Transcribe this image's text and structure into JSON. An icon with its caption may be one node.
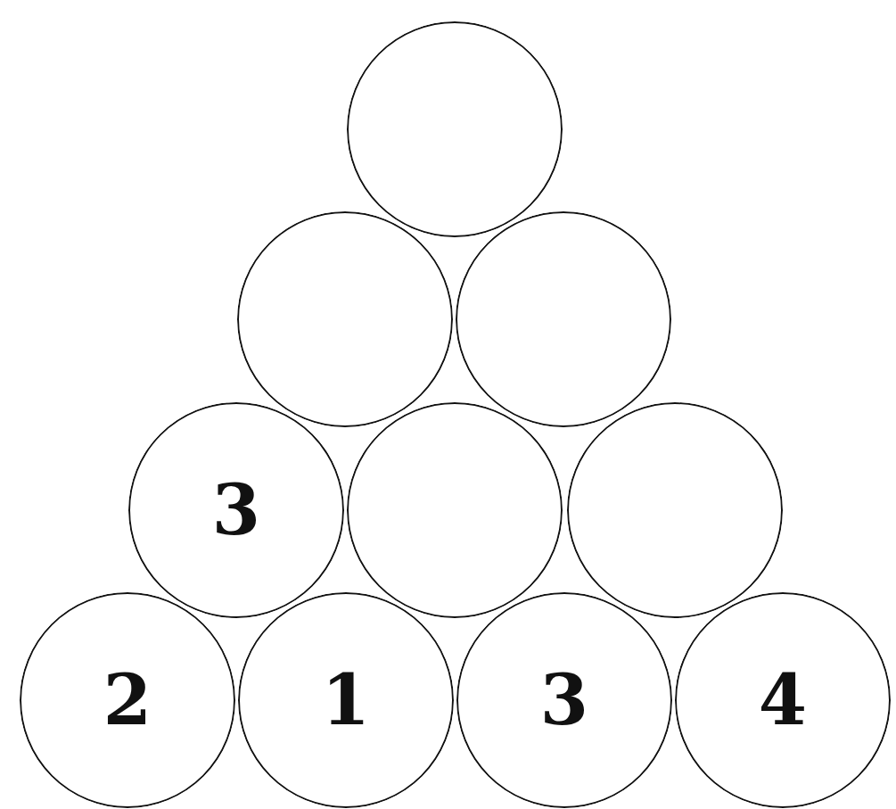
{
  "diagram": {
    "nodes": [
      {
        "text": [],
        "shape": "circle"
      },
      {
        "text": [],
        "shape": "circle"
      },
      {
        "text": [],
        "shape": "circle"
      },
      {
        "text": [
          "3"
        ]
      },
      {
        "text": [],
        "shape": "circle"
      },
      {
        "text": [],
        "shape": "circle"
      },
      {
        "text": [
          "2"
        ]
      },
      {
        "text": [
          "1"
        ]
      },
      {
        "text": [
          "3"
        ]
      },
      {
        "text": [
          "4"
        ]
      }
    ]
  }
}
